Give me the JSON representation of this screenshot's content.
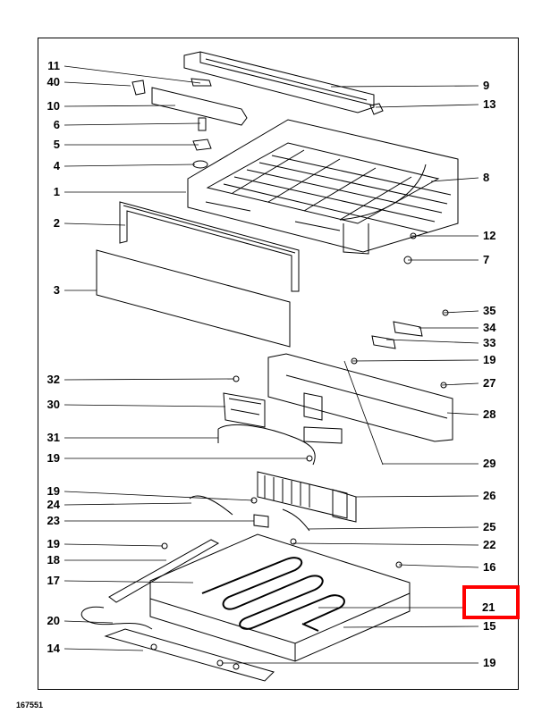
{
  "diagram": {
    "document_number": "167551",
    "highlight_color": "#ff0000",
    "highlighted_part": "21",
    "callouts": [
      {
        "id": "c11",
        "label": "11",
        "side": "left"
      },
      {
        "id": "c40",
        "label": "40",
        "side": "left"
      },
      {
        "id": "c10",
        "label": "10",
        "side": "left"
      },
      {
        "id": "c6",
        "label": "6",
        "side": "left"
      },
      {
        "id": "c5",
        "label": "5",
        "side": "left"
      },
      {
        "id": "c4",
        "label": "4",
        "side": "left"
      },
      {
        "id": "c1",
        "label": "1",
        "side": "left"
      },
      {
        "id": "c2",
        "label": "2",
        "side": "left"
      },
      {
        "id": "c3",
        "label": "3",
        "side": "left"
      },
      {
        "id": "c32",
        "label": "32",
        "side": "left"
      },
      {
        "id": "c30",
        "label": "30",
        "side": "left"
      },
      {
        "id": "c31",
        "label": "31",
        "side": "left"
      },
      {
        "id": "c19a",
        "label": "19",
        "side": "left"
      },
      {
        "id": "c19b",
        "label": "19",
        "side": "left"
      },
      {
        "id": "c24",
        "label": "24",
        "side": "left"
      },
      {
        "id": "c23",
        "label": "23",
        "side": "left"
      },
      {
        "id": "c19c",
        "label": "19",
        "side": "left"
      },
      {
        "id": "c18",
        "label": "18",
        "side": "left"
      },
      {
        "id": "c17",
        "label": "17",
        "side": "left"
      },
      {
        "id": "c20",
        "label": "20",
        "side": "left"
      },
      {
        "id": "c14",
        "label": "14",
        "side": "left"
      },
      {
        "id": "c9",
        "label": "9",
        "side": "right"
      },
      {
        "id": "c13",
        "label": "13",
        "side": "right"
      },
      {
        "id": "c8",
        "label": "8",
        "side": "right"
      },
      {
        "id": "c12",
        "label": "12",
        "side": "right"
      },
      {
        "id": "c7",
        "label": "7",
        "side": "right"
      },
      {
        "id": "c35",
        "label": "35",
        "side": "right"
      },
      {
        "id": "c34",
        "label": "34",
        "side": "right"
      },
      {
        "id": "c33",
        "label": "33",
        "side": "right"
      },
      {
        "id": "c19d",
        "label": "19",
        "side": "right"
      },
      {
        "id": "c27",
        "label": "27",
        "side": "right"
      },
      {
        "id": "c28",
        "label": "28",
        "side": "right"
      },
      {
        "id": "c29",
        "label": "29",
        "side": "right"
      },
      {
        "id": "c26",
        "label": "26",
        "side": "right"
      },
      {
        "id": "c25",
        "label": "25",
        "side": "right"
      },
      {
        "id": "c22",
        "label": "22",
        "side": "right"
      },
      {
        "id": "c16",
        "label": "16",
        "side": "right"
      },
      {
        "id": "c21",
        "label": "21",
        "side": "right"
      },
      {
        "id": "c15",
        "label": "15",
        "side": "right"
      },
      {
        "id": "c19e",
        "label": "19",
        "side": "right"
      }
    ]
  }
}
